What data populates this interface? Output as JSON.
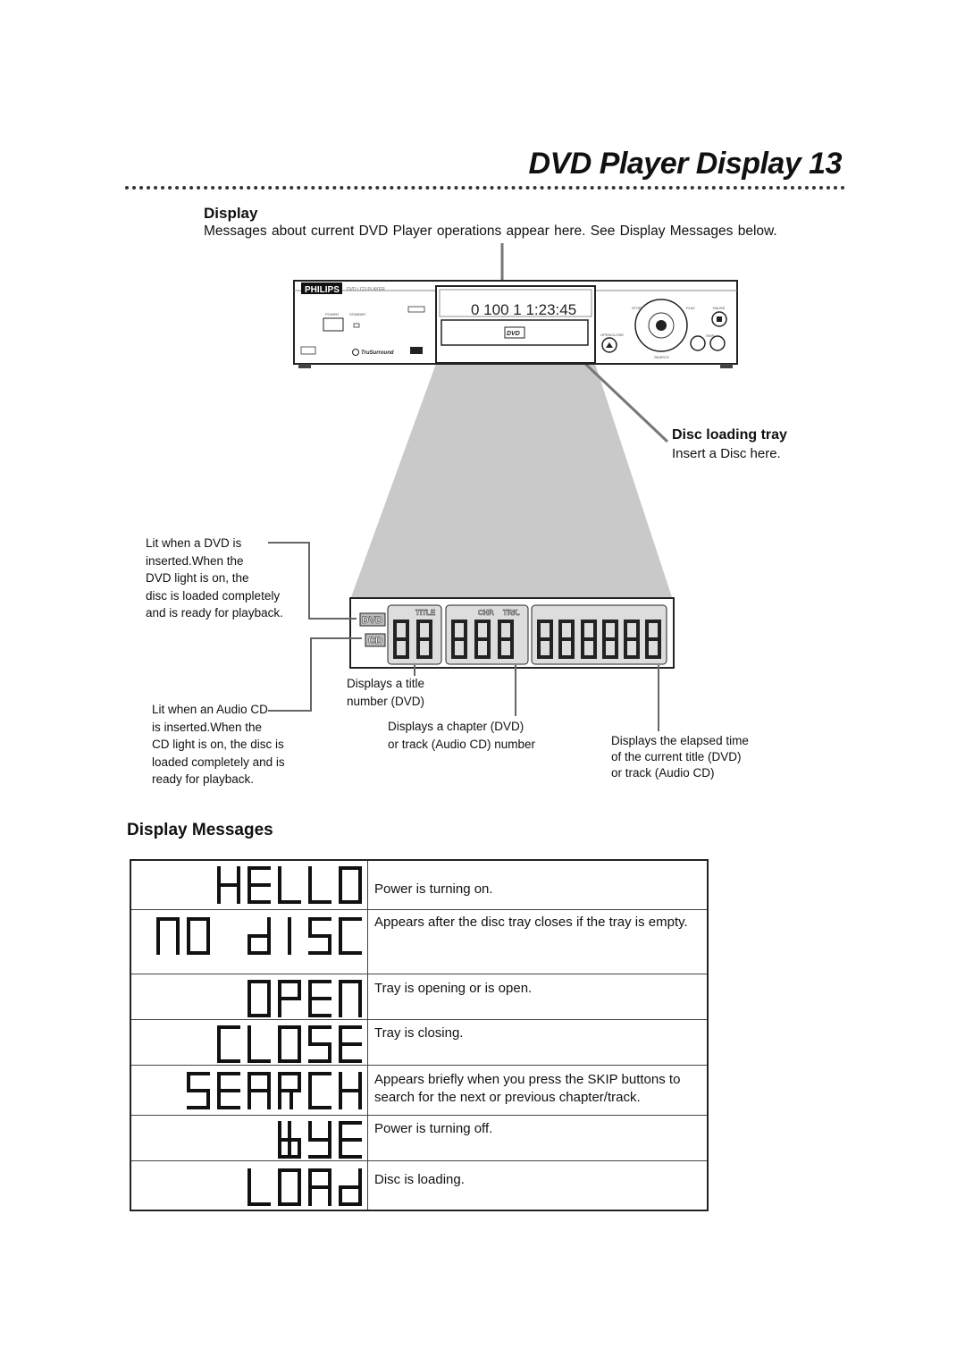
{
  "header": {
    "title": "DVD Player Display  13"
  },
  "display_section": {
    "heading": "Display",
    "description": "Messages about current DVD Player operations appear here. See Display Messages below."
  },
  "player": {
    "brand": "PHILIPS",
    "model": "DVD / CD PLAYER",
    "power_label": "POWER",
    "standby_label": "STANDBY",
    "display_readout": "0 100 1 1:23:45",
    "open_close_label": "OPEN/CLOSE",
    "stop_label": "STOP",
    "play_label": "PLAY",
    "pause_label": "PAUSE",
    "skip_label": "SKIP",
    "search_label": "SEARCH",
    "trusurround_label": "TruSurround",
    "dvd_logo": "DVD"
  },
  "tray_callout": {
    "heading": "Disc loading tray",
    "description": "Insert a Disc here."
  },
  "panel": {
    "dvd_badge": "DVD",
    "cd_badge": "CD",
    "title_label": "TITLE",
    "chp_label": "CHP.",
    "trk_label": "TRK."
  },
  "notes": {
    "dvd_light": [
      "Lit when a DVD is",
      "inserted.When the",
      "DVD light is on, the",
      "disc is loaded completely",
      "and is ready for playback."
    ],
    "cd_light": [
      "Lit when an Audio CD",
      "is inserted.When the",
      "CD light is on, the disc is",
      "loaded completely and is",
      "ready for playback."
    ],
    "title_number": [
      "Displays a title",
      "number (DVD)"
    ],
    "chapter_track": [
      "Displays a chapter (DVD)",
      "or track (Audio CD) number"
    ],
    "elapsed_time": [
      "Displays the elapsed time",
      "of the current title (DVD)",
      "or track (Audio CD)"
    ]
  },
  "display_messages": {
    "heading": "Display Messages",
    "rows": [
      {
        "code": "HELLO",
        "description": "Power is turning on."
      },
      {
        "code": "NO DISC",
        "description": "Appears after the disc tray closes if the tray is empty."
      },
      {
        "code": "OPEN",
        "description": "Tray is opening or is open."
      },
      {
        "code": "CLOSE",
        "description": "Tray is closing."
      },
      {
        "code": "SEARCH",
        "description": "Appears briefly when you press the SKIP buttons to search for the next or previous chapter/track."
      },
      {
        "code": "BYE",
        "description": "Power is turning off."
      },
      {
        "code": "LOAD",
        "description": "Disc is loading."
      }
    ]
  }
}
